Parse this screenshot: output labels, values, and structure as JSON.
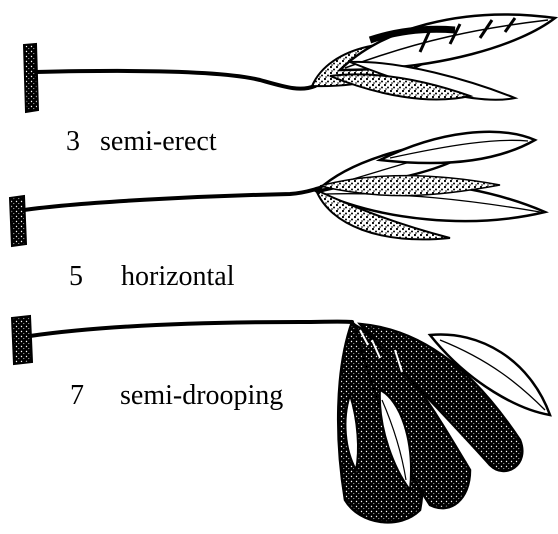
{
  "figure": {
    "items": [
      {
        "code": "3",
        "label": "semi-erect"
      },
      {
        "code": "5",
        "label": "horizontal"
      },
      {
        "code": "7",
        "label": "semi-drooping"
      }
    ]
  },
  "colors": {
    "ink": "#000000",
    "paper": "#ffffff"
  }
}
